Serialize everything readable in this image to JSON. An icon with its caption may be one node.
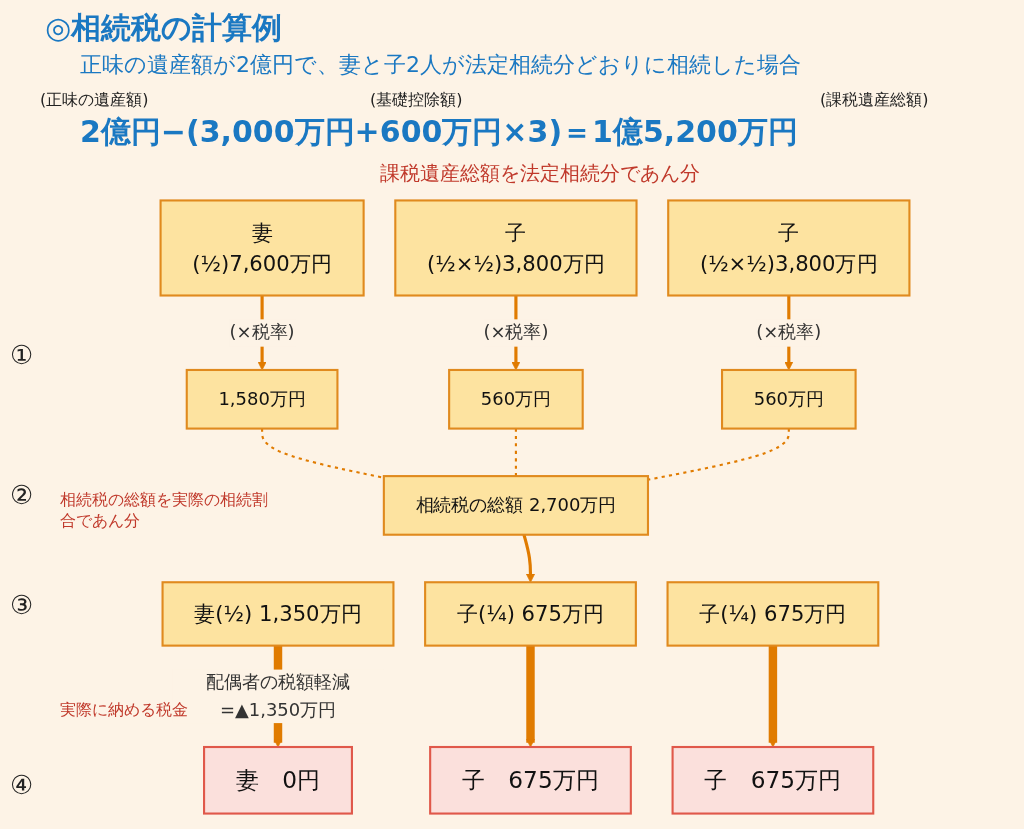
{
  "diagram": {
    "title": "◎相続税の計算例",
    "nodes": [
      {
        "text": [
          "妻",
          "(½)7,600万円"
        ]
      },
      {
        "text": [
          "子",
          "(½×½)3,800万円"
        ]
      },
      {
        "text": [
          "子",
          "(½×½)3,800万円"
        ]
      },
      {
        "text": [
          "1,580万円"
        ]
      },
      {
        "text": [
          "560万円"
        ]
      },
      {
        "text": [
          "560万円"
        ]
      },
      {
        "text": [
          "相続税の総額 2,700万円"
        ]
      },
      {
        "text": [
          "妻(½) 1,350万円"
        ]
      },
      {
        "text": [
          "子(¼) 675万円"
        ]
      },
      {
        "text": [
          "子(¼) 675万円"
        ]
      },
      {
        "text": [
          "妻　0円"
        ]
      },
      {
        "text": [
          "子　675万円"
        ]
      },
      {
        "text": [
          "子　675万円"
        ]
      }
    ],
    "edges": [
      {
        "from": 0,
        "to": 3,
        "arrow": "to",
        "label": "(×税率)"
      },
      {
        "from": 1,
        "to": 4,
        "arrow": "to",
        "label": "(×税率)"
      },
      {
        "from": 2,
        "to": 5,
        "arrow": "to",
        "label": "(×税率)"
      },
      {
        "from": 3,
        "to": 6,
        "arrow": "none",
        "style": "dashed"
      },
      {
        "from": 4,
        "to": 6,
        "arrow": "none",
        "style": "dashed"
      },
      {
        "from": 5,
        "to": 6,
        "arrow": "none",
        "style": "dashed"
      },
      {
        "from": 6,
        "to": 8,
        "arrow": "to"
      },
      {
        "from": 7,
        "to": 10,
        "arrow": "to",
        "label": "配偶者の税額軽減=▲1,350万円",
        "style": "thick"
      },
      {
        "from": 8,
        "to": 11,
        "arrow": "to",
        "style": "thick"
      },
      {
        "from": 9,
        "to": 12,
        "arrow": "to",
        "style": "thick"
      }
    ],
    "labels": [
      "正味の遺産額が2億円で、妻と子2人が法定相続分どおりに相続した場合",
      "(正味の遺産額)",
      "(基礎控除額)",
      "(課税遺産総額)",
      "2億円−(3,000万円+600万円×3)＝1億5,200万円",
      "課税遺産総額を法定相続分であん分",
      "①",
      "②",
      "相続税の総額を実際の相続割合であん分",
      "③",
      "実際に納める税金",
      "④"
    ]
  }
}
